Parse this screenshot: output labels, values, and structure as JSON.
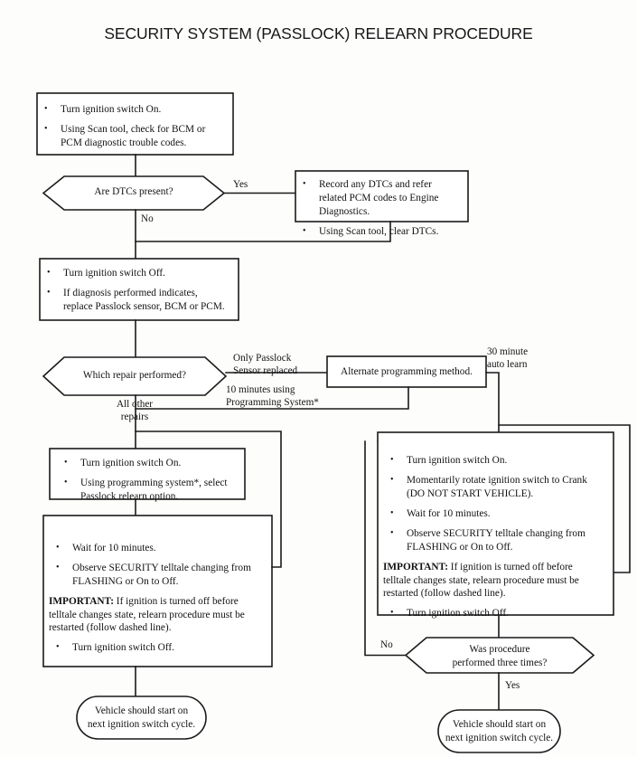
{
  "title": "SECURITY SYSTEM (PASSLOCK) RELEARN PROCEDURE",
  "colors": {
    "ink": "#121212",
    "stroke": "#1a1a1a",
    "background": "#fdfdfc"
  },
  "nodes": {
    "start_box": {
      "items": [
        "Turn ignition switch On.",
        "Using Scan tool, check for BCM or PCM diagnostic trouble codes."
      ]
    },
    "dtc_decision": {
      "label": "Are DTCs present?"
    },
    "dtc_record_box": {
      "items": [
        "Record any DTCs and refer related PCM codes to Engine Diagnostics.",
        "Using Scan tool, clear DTCs."
      ]
    },
    "repair_box": {
      "items": [
        "Turn ignition switch Off.",
        "If diagnosis performed indicates, replace Passlock sensor, BCM or PCM."
      ]
    },
    "repair_decision": {
      "label": "Which repair performed?"
    },
    "alternate_method_box": {
      "label": "Alternate programming method."
    },
    "left_prog_box": {
      "items": [
        "Turn ignition switch On.",
        "Using programming system*, select Passlock relearn option."
      ]
    },
    "left_wait_box": {
      "items_before": [
        "Wait for 10 minutes.",
        "Observe SECURITY telltale changing from FLASHING or On to Off."
      ],
      "important_prefix": "IMPORTANT:",
      "important_text": " If ignition is turned off before telltale changes state, relearn procedure must be restarted (follow dashed line).",
      "items_after": [
        "Turn ignition switch Off."
      ]
    },
    "right_proc_box": {
      "items_before": [
        "Turn ignition switch On.",
        "Momentarily rotate ignition switch to Crank (DO NOT START VEHICLE).",
        "Wait for 10 minutes.",
        "Observe SECURITY telltale changing from FLASHING or On to Off."
      ],
      "important_prefix": "IMPORTANT:",
      "important_text": " If ignition is turned off before telltale changes state, relearn procedure must be restarted (follow dashed line).",
      "items_after": [
        "Turn ignition switch Off."
      ]
    },
    "three_times_decision": {
      "line1": "Was procedure",
      "line2": "performed three times?"
    },
    "left_terminator": {
      "line1": "Vehicle should start on",
      "line2": "next ignition switch cycle."
    },
    "right_terminator": {
      "line1": "Vehicle should start on",
      "line2": "next ignition switch cycle."
    }
  },
  "edge_labels": {
    "yes_dtc": "Yes",
    "no_dtc": "No",
    "only_passlock": "Only Passlock\nSensor replaced",
    "ten_minutes": "10 minutes using\nProgramming System*",
    "all_other": "All other\nrepairs",
    "auto_learn": "30 minute\nauto learn",
    "no_three_times": "No",
    "yes_three_times": "Yes"
  }
}
